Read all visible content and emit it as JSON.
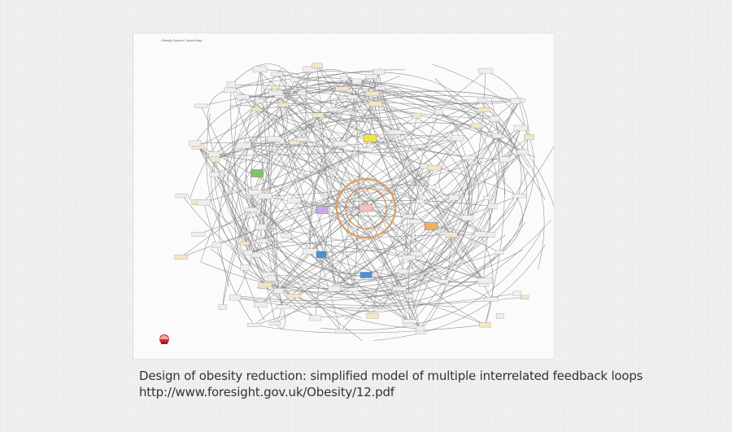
{
  "map": {
    "title": "Obesity System Causal Map"
  },
  "caption": {
    "line1": "Design of obesity reduction:  simplified model of multiple interrelated  feedback  loops",
    "line2": "http://www.foresight.gov.uk/Obesity/12.pdf"
  },
  "colors": {
    "background": "#f4f4f4",
    "panel": "#fbfbfb",
    "link": "#555555",
    "core_ring": "#d8a060",
    "yellow_node": "#f3e640",
    "green_node": "#7fc36a",
    "blue_node": "#4a90d9",
    "orange_node": "#f0b060",
    "lilac_node": "#c9a8e8",
    "logo_red": "#d22a2a"
  }
}
